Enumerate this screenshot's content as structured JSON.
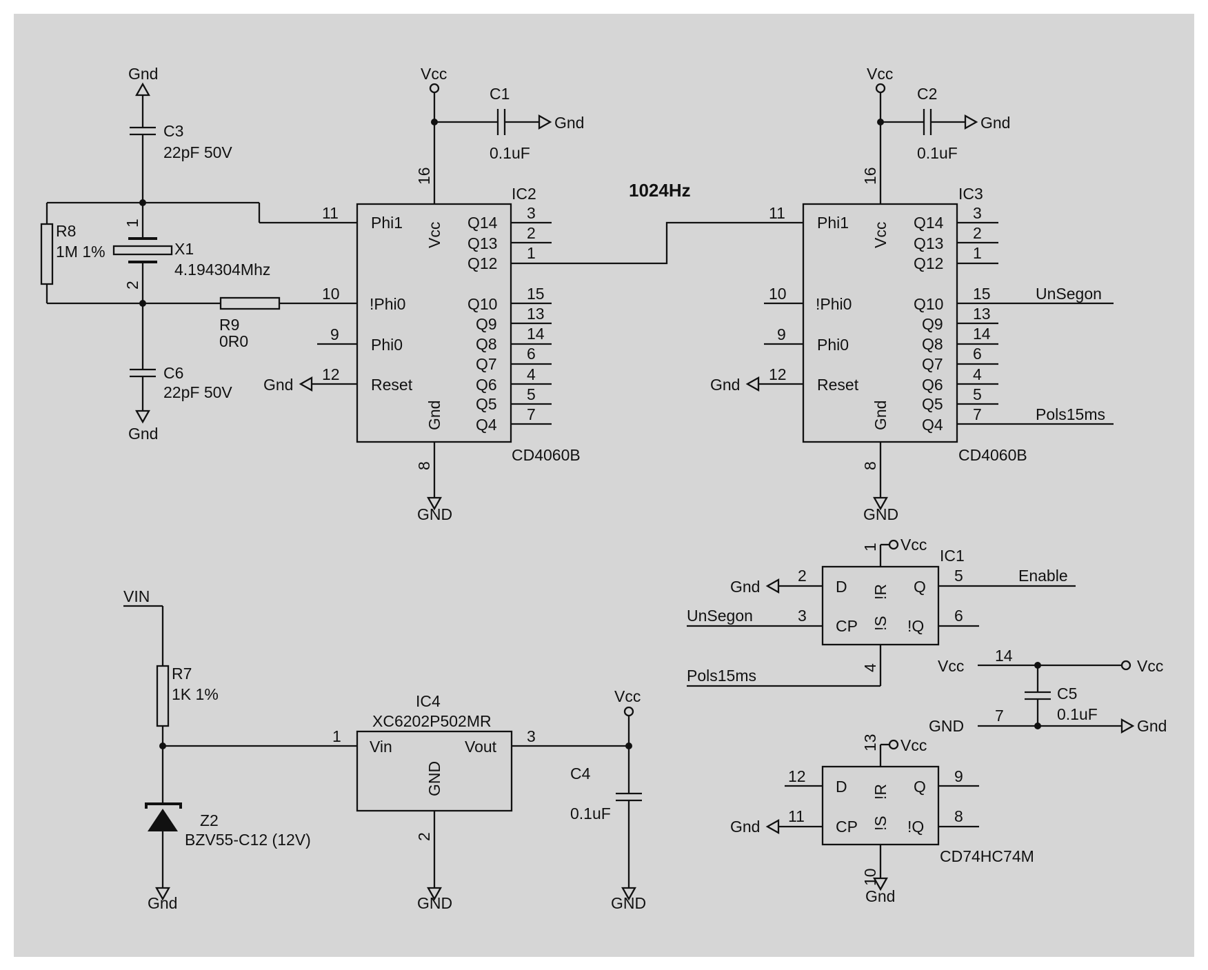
{
  "frequency_label": "1024Hz",
  "power": {
    "gnd": "Gnd",
    "GND": "GND",
    "vcc": "Vcc",
    "vin": "VIN"
  },
  "passives": {
    "C1": {
      "ref": "C1",
      "value": "0.1uF"
    },
    "C2": {
      "ref": "C2",
      "value": "0.1uF"
    },
    "C3": {
      "ref": "C3",
      "value": "22pF 50V"
    },
    "C4": {
      "ref": "C4",
      "value": "0.1uF"
    },
    "C5": {
      "ref": "C5",
      "value": "0.1uF"
    },
    "C6": {
      "ref": "C6",
      "value": "22pF 50V"
    },
    "R7": {
      "ref": "R7",
      "value": "1K 1%"
    },
    "R8": {
      "ref": "R8",
      "value": "1M 1%"
    },
    "R9": {
      "ref": "R9",
      "value": "0R0"
    },
    "X1": {
      "ref": "X1",
      "value": "4.194304Mhz",
      "pin1": "1",
      "pin2": "2"
    },
    "Z2": {
      "ref": "Z2",
      "value": "BZV55-C12 (12V)"
    }
  },
  "counters": [
    {
      "ref": "IC2",
      "part": "CD4060B",
      "vcc_pin": "16",
      "gnd_pin": "8",
      "left_pins": [
        {
          "name": "Phi1",
          "num": "11"
        },
        {
          "name": "!Phi0",
          "num": "10"
        },
        {
          "name": "Phi0",
          "num": "9"
        },
        {
          "name": "Reset",
          "num": "12"
        }
      ],
      "right_pins": [
        {
          "name": "Q14",
          "num": "3"
        },
        {
          "name": "Q13",
          "num": "2"
        },
        {
          "name": "Q12",
          "num": "1"
        },
        {
          "name": "Q10",
          "num": "15"
        },
        {
          "name": "Q9",
          "num": "13"
        },
        {
          "name": "Q8",
          "num": "14"
        },
        {
          "name": "Q7",
          "num": "6"
        },
        {
          "name": "Q6",
          "num": "4"
        },
        {
          "name": "Q5",
          "num": "5"
        },
        {
          "name": "Q4",
          "num": "7"
        }
      ],
      "vcc_label": "Vcc",
      "gnd_label": "Gnd"
    },
    {
      "ref": "IC3",
      "part": "CD4060B",
      "vcc_pin": "16",
      "gnd_pin": "8",
      "left_pins": [
        {
          "name": "Phi1",
          "num": "11"
        },
        {
          "name": "!Phi0",
          "num": "10"
        },
        {
          "name": "Phi0",
          "num": "9"
        },
        {
          "name": "Reset",
          "num": "12"
        }
      ],
      "right_pins": [
        {
          "name": "Q14",
          "num": "3"
        },
        {
          "name": "Q13",
          "num": "2"
        },
        {
          "name": "Q12",
          "num": "1"
        },
        {
          "name": "Q10",
          "num": "15"
        },
        {
          "name": "Q9",
          "num": "13"
        },
        {
          "name": "Q8",
          "num": "14"
        },
        {
          "name": "Q7",
          "num": "6"
        },
        {
          "name": "Q6",
          "num": "4"
        },
        {
          "name": "Q5",
          "num": "5"
        },
        {
          "name": "Q4",
          "num": "7"
        }
      ],
      "vcc_label": "Vcc",
      "gnd_label": "Gnd"
    }
  ],
  "nets": {
    "unsegon": "UnSegon",
    "pols15ms": "Pols15ms",
    "enable": "Enable"
  },
  "flipflops": [
    {
      "ref": "IC1",
      "pins": {
        "D": "D",
        "CP": "CP",
        "Q": "Q",
        "nQ": "!Q",
        "R": "!R",
        "S": "!S"
      },
      "nums": {
        "D": "2",
        "CP": "3",
        "Q": "5",
        "nQ": "6",
        "R": "1",
        "S": "4"
      }
    },
    {
      "part": "CD74HC74M",
      "pins": {
        "D": "D",
        "CP": "CP",
        "Q": "Q",
        "nQ": "!Q",
        "R": "!R",
        "S": "!S"
      },
      "nums": {
        "D": "12",
        "CP": "11",
        "Q": "9",
        "nQ": "8",
        "R": "13",
        "S": "10"
      }
    }
  ],
  "ff_power": {
    "vcc_left": "Vcc",
    "gnd_left": "GND",
    "vcc_pin": "14",
    "gnd_pin": "7",
    "vcc_right": "Vcc",
    "gnd_right": "Gnd"
  },
  "regulator": {
    "ref": "IC4",
    "part": "XC6202P502MR",
    "vin": "Vin",
    "vout": "Vout",
    "gnd": "GND",
    "pin_in": "1",
    "pin_out": "3",
    "pin_gnd": "2"
  }
}
